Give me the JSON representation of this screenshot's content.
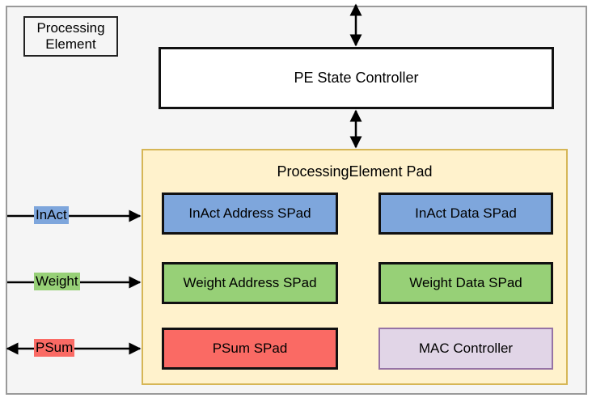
{
  "diagram": {
    "title": "Processing Element",
    "outer_label": "Processing\nElement",
    "colors": {
      "frame_border": "#9a9a9a",
      "frame_fill": "#f5f5f5",
      "pad_fill": "#fff2cc",
      "pad_border": "#d6b656",
      "blue": "#7ea6dc",
      "green": "#97d077",
      "red": "#fa6a64",
      "purple": "#e1d5e7",
      "purple_border": "#9673a6",
      "stroke": "#111111",
      "white": "#ffffff"
    }
  },
  "state_controller": {
    "label": "PE State Controller"
  },
  "pad": {
    "title": "ProcessingElement Pad",
    "blocks": [
      {
        "label": "InAct Address SPad",
        "color": "blue",
        "column": "left",
        "row": 1
      },
      {
        "label": "InAct Data SPad",
        "color": "blue",
        "column": "right",
        "row": 1
      },
      {
        "label": "Weight Address SPad",
        "color": "green",
        "column": "left",
        "row": 2
      },
      {
        "label": "Weight Data SPad",
        "color": "green",
        "column": "right",
        "row": 2
      },
      {
        "label": "PSum SPad",
        "color": "red",
        "column": "left",
        "row": 3
      },
      {
        "label": "MAC Controller",
        "color": "purple",
        "column": "right",
        "row": 3
      }
    ]
  },
  "signals": [
    {
      "label": "InAct",
      "direction": "in",
      "color": "#7ea6dc"
    },
    {
      "label": "Weight",
      "direction": "in",
      "color": "#97d077"
    },
    {
      "label": "PSum",
      "direction": "bidirectional",
      "color": "#fa6a64"
    }
  ],
  "connectors": [
    {
      "name": "top-external-link",
      "direction": "bidirectional"
    },
    {
      "name": "controller-to-pad-link",
      "direction": "bidirectional"
    }
  ]
}
